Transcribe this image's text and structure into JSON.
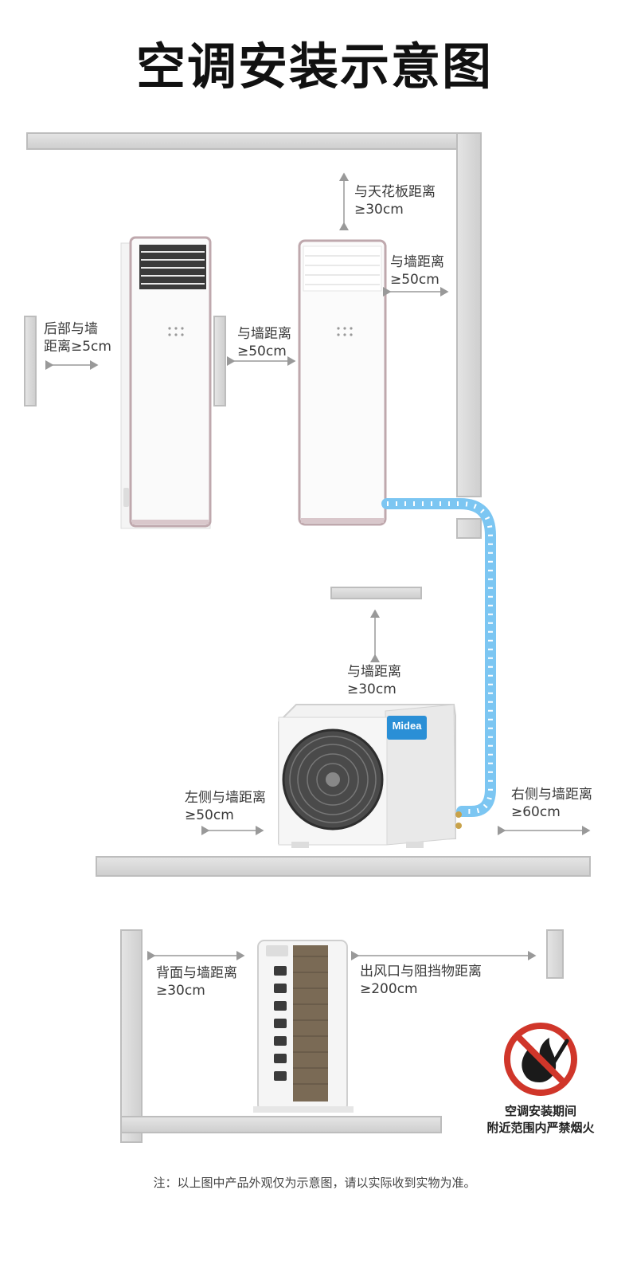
{
  "title": "空调安装示意图",
  "indoor_labels": {
    "ceiling": [
      "与天花板距离",
      "≥30cm"
    ],
    "back_wall": [
      "后部与墙",
      "距离≥5cm"
    ],
    "between_units": [
      "与墙距离",
      "≥50cm"
    ],
    "right_wall": [
      "与墙距离",
      "≥50cm"
    ]
  },
  "outdoor_labels": {
    "top_wall": [
      "与墙距离",
      "≥30cm"
    ],
    "left_side": [
      "左侧与墙距离",
      "≥50cm"
    ],
    "right_side": [
      "右侧与墙距离",
      "≥60cm"
    ],
    "brand": "Midea"
  },
  "side_labels": {
    "back": [
      "背面与墙距离",
      "≥30cm"
    ],
    "outlet": [
      "出风口与阻挡物距离",
      "≥200cm"
    ]
  },
  "warning": [
    "空调安装期间",
    "附近范围内严禁烟火"
  ],
  "footnote": "注：以上图中产品外观仅为示意图，请以实际收到实物为准。",
  "colors": {
    "pipe": "#7cc6f2",
    "wall": "#d6d6d6",
    "warning_red": "#d0362a",
    "brand_blue": "#2a8fd6"
  }
}
